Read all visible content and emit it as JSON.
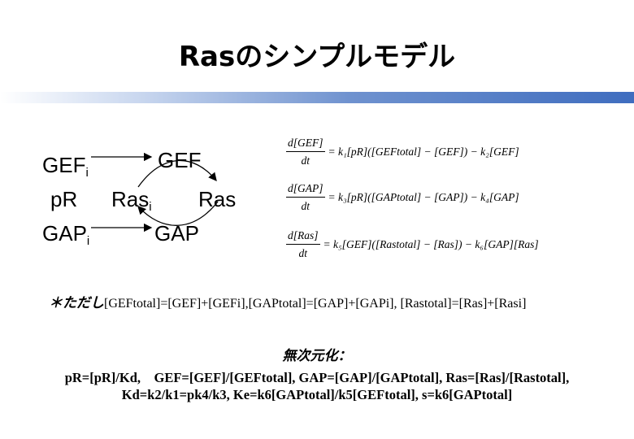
{
  "slide": {
    "title": "Rasのシンプルモデル"
  },
  "diagram": {
    "gefi": "GEF",
    "gefi_sub": "i",
    "gef": "GEF",
    "pr": "pR",
    "rasi": "Ras",
    "rasi_sub": "i",
    "ras": "Ras",
    "gapi": "GAP",
    "gapi_sub": "i",
    "gap": "GAP"
  },
  "equations": [
    {
      "num": "d[GEF]",
      "den": "dt",
      "rhs": "= k₁[pR]([GEFtotal] − [GEF]) − k₂[GEF]"
    },
    {
      "num": "d[GAP]",
      "den": "dt",
      "rhs": "= k₃[pR]([GAPtotal] − [GAP]) − k₄[GAP]"
    },
    {
      "num": "d[Ras]",
      "den": "dt",
      "rhs": "= k₅[GEF]([Rastotal] − [Ras]) − k₆[GAP][Ras]"
    }
  ],
  "note": {
    "prefix": "＊ただし",
    "text": "[GEFtotal]=[GEF]+[GEFi],[GAPtotal]=[GAP]+[GAPi], [Rastotal]=[Ras]+[Rasi]"
  },
  "nondim": {
    "heading": "無次元化：",
    "line1": "pR=[pR]/Kd,　GEF=[GEF]/[GEFtotal], GAP=[GAP]/[GAPtotal], Ras=[Ras]/[Rastotal],",
    "line2": "Kd=k2/k1=pk4/k3, Ke=k6[GAPtotal]/k5[GEFtotal], s=k6[GAPtotal]"
  },
  "colors": {
    "accent_bar": "#3f6dbf"
  }
}
